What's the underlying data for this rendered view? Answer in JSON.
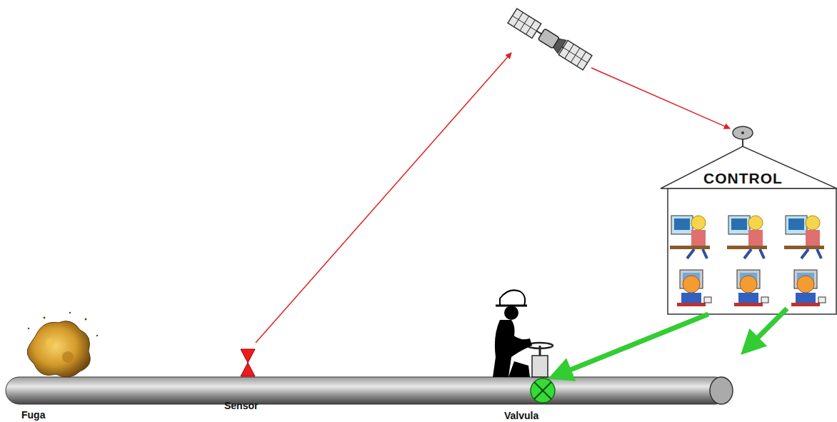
{
  "diagram": {
    "nodes": [
      {
        "text": [
          "Fuga"
        ]
      },
      {
        "text": [
          "Sensor"
        ]
      },
      {
        "text": [
          "Valvula"
        ]
      },
      {
        "text": [
          "CONTROL"
        ]
      }
    ],
    "edges": [
      {
        "from": 3,
        "to": 2,
        "arrow": "to"
      }
    ]
  }
}
